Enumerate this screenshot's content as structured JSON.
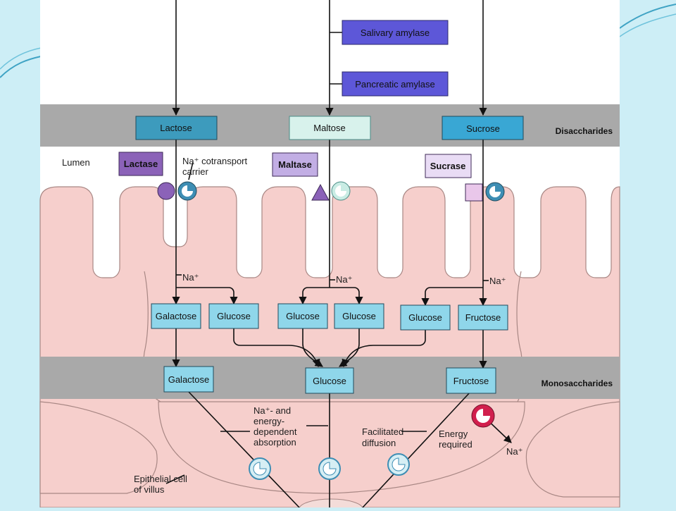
{
  "enzymes": {
    "salivary_amylase": "Salivary amylase",
    "pancreatic_amylase": "Pancreatic amylase",
    "lactase": "Lactase",
    "maltase": "Maltase",
    "sucrase": "Sucrase"
  },
  "disaccharides": {
    "band_label": "Disaccharides",
    "lactose": "Lactose",
    "maltose": "Maltose",
    "sucrose": "Sucrose"
  },
  "lumen_label": "Lumen",
  "cotransport_label": [
    "Na⁺ cotransport",
    "carrier"
  ],
  "sodium": "Na⁺",
  "intracellular": {
    "galactose": "Galactose",
    "glucose_1": "Glucose",
    "glucose_2": "Glucose",
    "glucose_3": "Glucose",
    "glucose_4": "Glucose",
    "fructose": "Fructose"
  },
  "monosaccharides": {
    "band_label": "Monosaccharides",
    "galactose": "Galactose",
    "glucose": "Glucose",
    "fructose": "Fructose"
  },
  "annotations": {
    "na_energy": [
      "Na⁺- and",
      "energy-",
      "dependent",
      "absorption"
    ],
    "facilitated": [
      "Facilitated",
      "diffusion"
    ],
    "energy_required": [
      "Energy",
      "required"
    ],
    "epithelial": [
      "Epithelial cell",
      "of villus"
    ]
  },
  "colors": {
    "background": "#cdeef6",
    "panel": "#ffffff",
    "cell": "#f6cfcc",
    "cell_outline": "#a88784",
    "band": "#a9a9a9",
    "amylase_box": "#5d57d8",
    "lactose_box": "#3d9bbd",
    "maltose_box": "#d8f2ec",
    "sucrose_box": "#39a7d4",
    "mono_box": "#8fd6ea",
    "lactase_box": "#8b62b8",
    "maltase_box": "#c2aee4",
    "sucrase_box": "#e9dcf5",
    "carrier": "#3e8eb4",
    "energy_pump": "#d11f4d"
  }
}
